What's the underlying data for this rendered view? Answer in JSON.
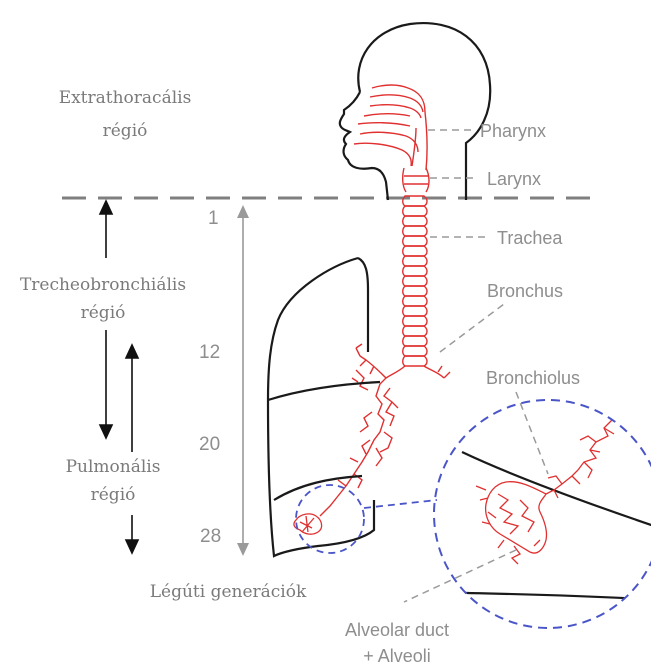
{
  "regions": {
    "extrathoracic_line1": "Extrathoracális",
    "extrathoracic_line2": "régió",
    "tracheobronchial_line1": "Trecheobronchiális",
    "tracheobronchial_line2": "régió",
    "pulmonary_line1": "Pulmonális",
    "pulmonary_line2": "régió"
  },
  "generations": {
    "title": "Légúti generációk",
    "ticks": [
      "1",
      "12",
      "20",
      "28"
    ]
  },
  "labels": {
    "pharynx": "Pharynx",
    "larynx": "Larynx",
    "trachea": "Trachea",
    "bronchus": "Bronchus",
    "bronchiolus": "Bronchiolus",
    "alveolar_line1": "Alveolar duct",
    "alveolar_line2": "+ Alveoli"
  },
  "colors": {
    "airway": "#e03030",
    "outline": "#1a1a1a",
    "zoom_circle": "#4a55c8",
    "leader": "#9a9a9a",
    "text": "#8e8e8e"
  }
}
